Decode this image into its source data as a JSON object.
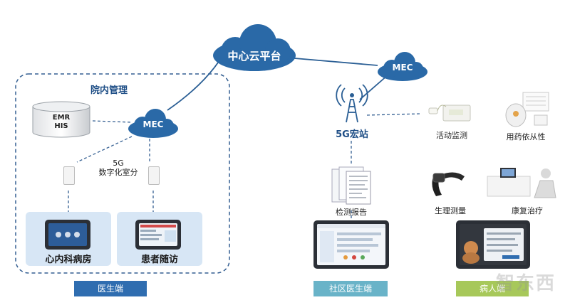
{
  "cloud_center": {
    "label": "中心云平台"
  },
  "hospital": {
    "title": "院内管理",
    "emr_label": "EMR\nHIS",
    "mec_label": "MEC",
    "wireless_label": "5G\n数字化室分",
    "units": [
      {
        "label": "心内科病房"
      },
      {
        "label": "患者随访"
      }
    ],
    "band_label": "医生端"
  },
  "community": {
    "mec_label": "MEC",
    "station_label": "5G宏站",
    "report_label": "检测报告",
    "band_label": "社区医生端"
  },
  "patient": {
    "items": [
      {
        "label": "活动监测"
      },
      {
        "label": "用药依从性"
      },
      {
        "label": "生理测量"
      },
      {
        "label": "康复治疗"
      }
    ],
    "band_label": "病人端"
  },
  "watermark": "智东西",
  "colors": {
    "cloud": "#2a69a7",
    "cloud_dark": "#1d4f84",
    "dash": "#345f92",
    "band_doctor": "#2f6db0",
    "band_community": "#69b3c8",
    "band_patient": "#a7c85a"
  }
}
